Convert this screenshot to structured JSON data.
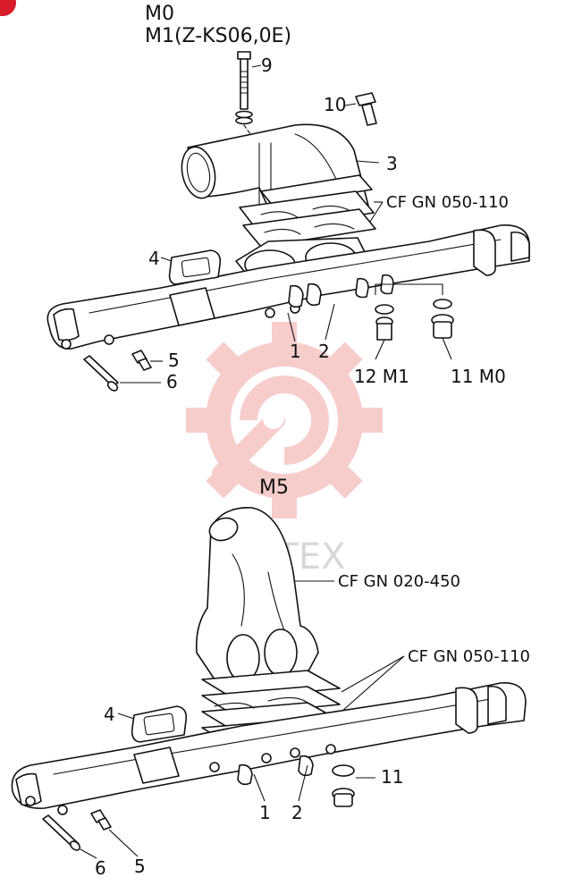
{
  "diagram": {
    "top": {
      "heading_line1": "M0",
      "heading_line2": "M1(Z-KS06,0E)",
      "parts": [
        {
          "ref": "1",
          "label": "1"
        },
        {
          "ref": "2",
          "label": "2"
        },
        {
          "ref": "3",
          "label": "3"
        },
        {
          "ref": "4",
          "label": "4"
        },
        {
          "ref": "5",
          "label": "5"
        },
        {
          "ref": "6",
          "label": "6"
        },
        {
          "ref": "9",
          "label": "9"
        },
        {
          "ref": "10",
          "label": "10"
        },
        {
          "ref": "11",
          "label": "11 M0"
        },
        {
          "ref": "12",
          "label": "12 M1"
        }
      ],
      "callout_gasket": "CF GN 050-110"
    },
    "bottom": {
      "heading": "M5",
      "parts": [
        {
          "ref": "1",
          "label": "1"
        },
        {
          "ref": "2",
          "label": "2"
        },
        {
          "ref": "4",
          "label": "4"
        },
        {
          "ref": "5",
          "label": "5"
        },
        {
          "ref": "6",
          "label": "6"
        },
        {
          "ref": "11",
          "label": "11"
        }
      ],
      "callout_pipe": "CF GN 020-450",
      "callout_gasket": "CF GN 050-110"
    },
    "watermark": {
      "text": "ИНТЕХ",
      "color": "#e8736f",
      "icon": "gear-wrench-logo"
    },
    "corner_badge": {
      "icon": "red-corner-badge",
      "color": "#d81c2a"
    }
  }
}
